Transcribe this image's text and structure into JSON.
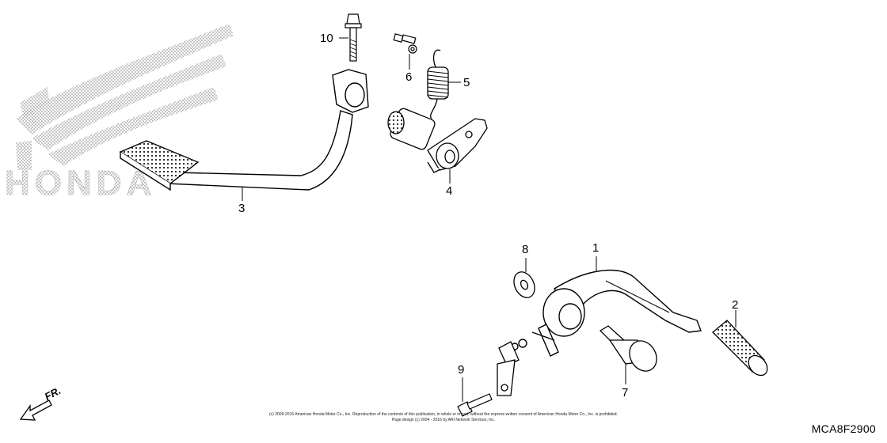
{
  "diagram": {
    "watermark_text": "HONDA",
    "figure_code": "MCA8F2900",
    "direction_label": "FR.",
    "copyright_line1": "(c) 2009-2016 American Honda Motor Co., Inc. Reproduction of the contents of this publication, in whole or in part, without the express written consent of American Honda Motor Co., Inc. is prohibited.",
    "copyright_line2": "Page design (c) 2004 - 2016 by ARI Network Services, Inc.",
    "callouts": [
      {
        "id": "10",
        "label": "10"
      },
      {
        "id": "6",
        "label": "6"
      },
      {
        "id": "5",
        "label": "5"
      },
      {
        "id": "4",
        "label": "4"
      },
      {
        "id": "3",
        "label": "3"
      },
      {
        "id": "8",
        "label": "8"
      },
      {
        "id": "1",
        "label": "1"
      },
      {
        "id": "2",
        "label": "2"
      },
      {
        "id": "9",
        "label": "9"
      },
      {
        "id": "7",
        "label": "7"
      }
    ]
  }
}
